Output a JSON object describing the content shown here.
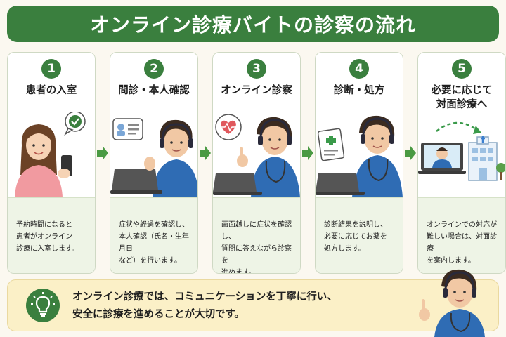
{
  "title": "オンライン診療バイトの診察の流れ",
  "steps": [
    {
      "number": "1",
      "title": "患者の入室",
      "description": "予約時間になると\n患者がオンライン\n診療に入室します。"
    },
    {
      "number": "2",
      "title": "問診・本人確認",
      "description": "症状や経過を確認し、\n本人確認（氏名・生年月日\nなど）を行います。"
    },
    {
      "number": "3",
      "title": "オンライン診察",
      "description": "画面越しに症状を確認し、\n質問に答えながら診察を\n進めます。"
    },
    {
      "number": "4",
      "title": "診断・処方",
      "description": "診断結果を説明し、\n必要に応じてお薬を\n処方します。"
    },
    {
      "number": "5",
      "title": "必要に応じて\n対面診療へ",
      "description": "オンラインでの対応が\n難しい場合は、対面診療\nを案内します。"
    }
  ],
  "tip": {
    "icon": "lightbulb-icon",
    "text": "オンライン診療では、コミュニケーションを丁寧に行い、\n安全に診療を進めることが大切です。"
  },
  "colors": {
    "primary_green": "#3a7f3e",
    "card_bg": "#ffffff",
    "desc_bg": "#eef4e6",
    "tip_bg": "#fbf0c7",
    "page_bg": "#fbf8f0",
    "arrow_green": "#4a9a43",
    "scrubs_blue": "#2f6cb4"
  }
}
